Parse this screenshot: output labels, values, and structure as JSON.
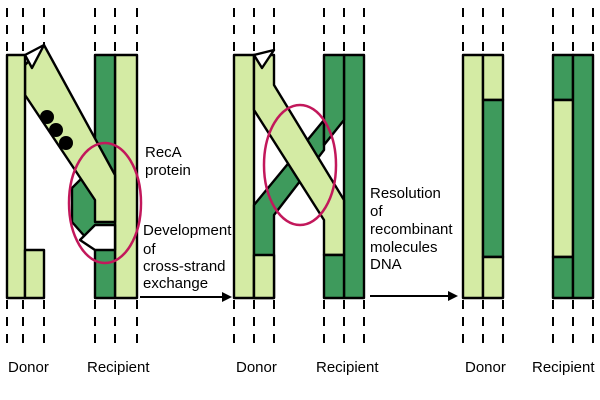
{
  "colors": {
    "light_strand": "#d4eba4",
    "dark_strand": "#3e9a5c",
    "circle": "#c2185b",
    "outline": "#000000"
  },
  "labels": {
    "panel1_left": "Donor",
    "panel1_right": "Recipient",
    "panel2_left": "Donor",
    "panel2_right": "Recipient",
    "panel3_left": "Donor",
    "panel3_right": "Recipient"
  },
  "annotations": {
    "reca_line1": "RecA",
    "reca_line2": "protein",
    "dev_line1": "Development",
    "dev_line2": "of",
    "dev_line3": "cross-strand",
    "dev_line4": "exchange",
    "res_line1": "Resolution",
    "res_line2": "of",
    "res_line3": "recombinant",
    "res_line4": "molecules",
    "res_line5": "DNA"
  },
  "icons": {
    "arrow_1": "right-arrow-icon",
    "arrow_2": "right-arrow-icon",
    "protein": "reca-protein-dots"
  }
}
